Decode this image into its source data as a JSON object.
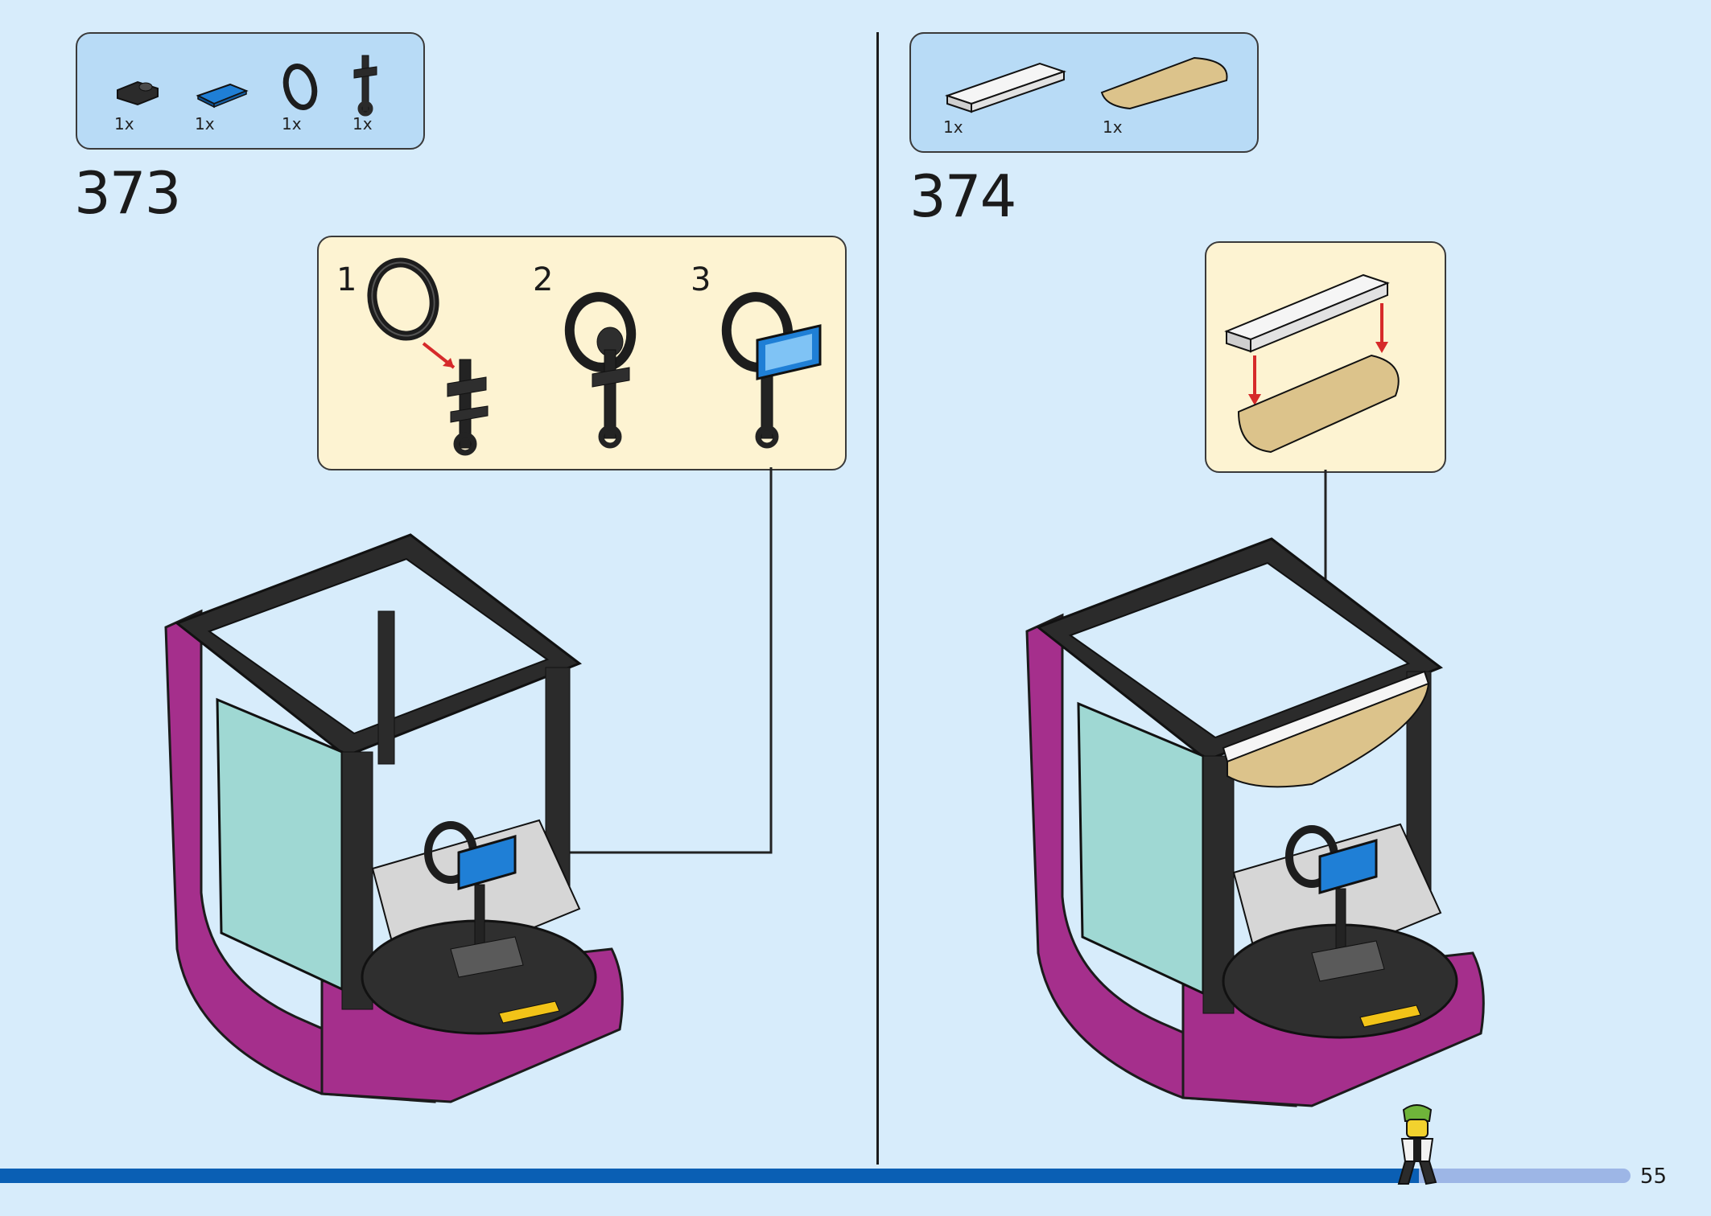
{
  "step_373": {
    "number": "373",
    "parts": [
      {
        "qty": "1x",
        "icon": "black-clip-plate-icon"
      },
      {
        "qty": "1x",
        "icon": "blue-phone-tile-icon"
      },
      {
        "qty": "1x",
        "icon": "black-ring-icon"
      },
      {
        "qty": "1x",
        "icon": "black-bar-holder-icon"
      }
    ],
    "substeps": [
      "1",
      "2",
      "3"
    ]
  },
  "step_374": {
    "number": "374",
    "parts": [
      {
        "qty": "1x",
        "icon": "white-plate-1x6-icon"
      },
      {
        "qty": "1x",
        "icon": "tan-curved-plate-icon"
      }
    ]
  },
  "footer": {
    "page_number": "55",
    "progress": 0.87
  },
  "colors": {
    "background": "#d7ecfb",
    "parts_box": "#b8dbf6",
    "callout_box": "#fdf3d2",
    "magenta_bricks": "#a52f8c",
    "progress_fill": "#0a5fb4",
    "progress_track": "#9db6e6"
  }
}
